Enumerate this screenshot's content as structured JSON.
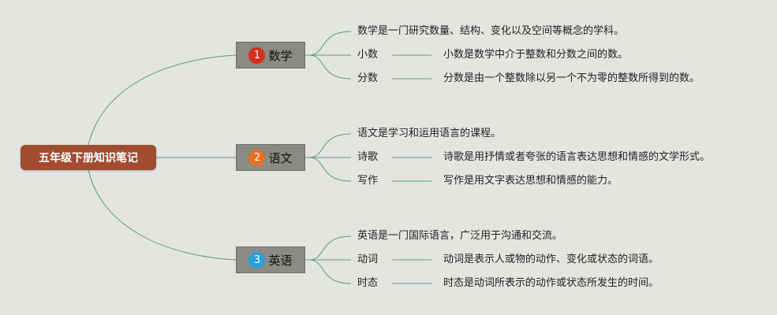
{
  "root": {
    "label": "五年级下册知识笔记"
  },
  "colors": {
    "line": "#5e9a86",
    "badges": [
      "#d62f1c",
      "#e9701f",
      "#2c9fdb"
    ]
  },
  "branches": [
    {
      "number": "1",
      "label": "数学",
      "definition": "数学是一门研究数量、结构、变化以及空间等概念的学科。",
      "items": [
        {
          "term": "小数",
          "desc": "小数是数学中介于整数和分数之间的数。"
        },
        {
          "term": "分数",
          "desc": "分数是由一个整数除以另一个不为零的整数所得到的数。"
        }
      ]
    },
    {
      "number": "2",
      "label": "语文",
      "definition": "语文是学习和运用语言的课程。",
      "items": [
        {
          "term": "诗歌",
          "desc": "诗歌是用抒情或者夸张的语言表达思想和情感的文学形式。"
        },
        {
          "term": "写作",
          "desc": "写作是用文字表达思想和情感的能力。"
        }
      ]
    },
    {
      "number": "3",
      "label": "英语",
      "definition": "英语是一门国际语言，广泛用于沟通和交流。",
      "items": [
        {
          "term": "动词",
          "desc": "动词是表示人或物的动作、变化或状态的词语。"
        },
        {
          "term": "时态",
          "desc": "时态是动词所表示的动作或状态所发生的时间。"
        }
      ]
    }
  ]
}
